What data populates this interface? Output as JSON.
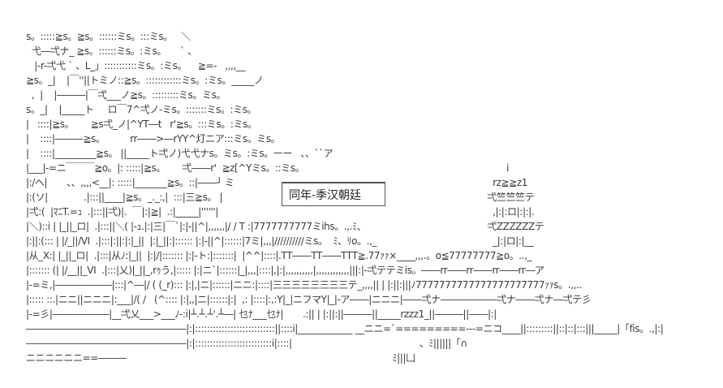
{
  "caption": "同年-季汉朝廷",
  "art_lines": [
    "s。:::::≧s。≧s。::::::ミs。:::ミs。   ＼",
    "  弋―弌ナ_ ≧s。::::::ミs。:ミs。     ` 、",
    "   |-r-弌弋 ` 、L_」:::::::::::ミs。:ミs。    ≧=-   ,,,,__",
    "≧s。_|    |￣''||トミノ::≧s。::::::::::::ミs。:ミs。_____ノ",
    "  ,  |    |―――|￣弌___ノ≧s。:::::::::ミs。ミs。",
    "s。_|    |_____ト     ロ￣7^弌ノ-ミs。:::::::ミs。:ミs。",
    "|   ::::|≧s。      ≧s弌_ノ|^YT―t   r'≧s。:::ミs。:ミs。",
    "|    ::::|―――≧s。         rr――>―rYY^灯ニア:::ミs。ミs。",
    "|    ::::|_________≧s。 ||_____ト弌ノ)弋弋ナs。ミs。:ミs。ーー   、、``ア",
    "|___|-=ニ￣￣￣≧o。|: :::::|≧s。      弌――r'  ≧z[^Yミs。::ミs。",
    "|:/ヘ|       、、,,,,<__|: :::::|_______≧s。::|――┘ ミ",
    "|:(ソ|             .|:::||____|≧s。_._:,|  :::|三≧s。 |",
    "|弌:(  |ﾏﾆT.=ｭ  .|:::||弌)|.  ￣|:|≧|  .:|_____|''''''|",
    "|＼)::i | |_||_ロ|  .|:::||＼( |-ｭ.|:|三|￣`|:|-||^|,,,,,,|/ / T :|7777777777ミihs。.,.ﾐ、",
    "|:||:(::: | |/_||/VI  .|:::|:||:|:|_||  |:|_||:|:::::: |:|-||^|::::::|7ミ|,,,|//////////ミs。  ﾐ、ﾘo。.,_",
    "|从_X:| |_||_ロ|  .|:::|从ﾉ:|_||  |:|/|::::::: |:|-ト:|:::::::|  |^^|::::|.TT――TT――TTT≧.77ｧｧ×____,,,.。o≦77777777≧o。..,_",
    "|::::::: (| |/__||_VI  .|:::|乂)|_||_,rｩう,|::::: |:|ニ`|::::::|_|,,,|::::|,|:|,,,,,,,,,,|,,,,,,,,,,,,|||:|-弌テテミis。――rr――rr――rr――rr―ア",
    "|-=ミ,|――――――|:::|^―|/ ( (_r)::: |:|,|ニ|::::::|ニニ:|::::|三三三三三三三三テ_,,,,|| | |:||:|||ﾉ7777777777777777777777ｧｧs。.,,..",
    "|::::: ::.|ニニ||ニニニ|:___|/( /   (^:::: |:|,,|ニ|::::::|:|  ,: |::::|:,:Y|_|ニフマY|_|-ア――|ニニニ|――弌ナ――――――弌ナ――弌ナ―弌テ彡",
    "|-=彡|――――――|__弌乂___>___ﾉ-:i|┴.┴.┴'.┴―| 乜ﾅ___乜ﾅ|       .:|| | |:||:||―――||_____rzzz1_||―――||――|:|",
    "―――――――――――――――――|:|:::::::::::::::::::::::::::||::::i|____________ __ニニ=`=========‐‐‐=ニコ____||:::::::::||::|::|:::|||_____|「fis。.,|:|",
    "―――――――――――――――――|:|::::::::::::::::::::::::::i|::::|                                              、ﾐ||||||「∩",
    "ニニニニニニ==―――                                                                                                ﾐ|||凵"
  ],
  "tower_lines": [
    "          i",
    "     rz≧≧z1",
    "   弌竺竺竺テ",
    "     ,|:|:ロ|:|:|.",
    "   弌ZZZZZZテ",
    "     _|:|ロ|:|__"
  ]
}
